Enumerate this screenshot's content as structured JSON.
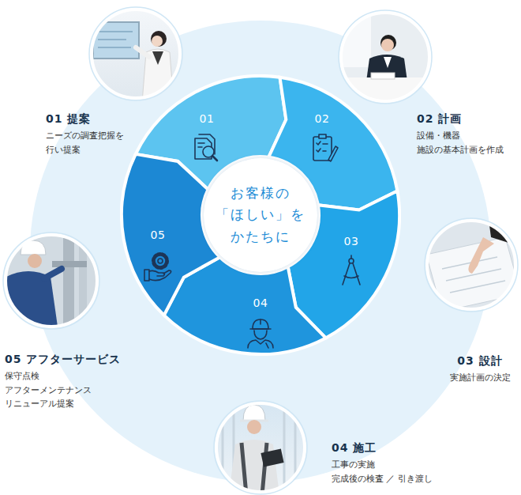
{
  "diagram": {
    "nodes": [
      {
        "text": [
          "お客様の 「ほしい」を かたちに"
        ]
      },
      {
        "text": [
          "01"
        ]
      },
      {
        "text": [
          "02"
        ]
      },
      {
        "text": [
          "03"
        ]
      },
      {
        "text": [
          "04"
        ]
      },
      {
        "text": [
          "05"
        ]
      }
    ],
    "labels": [
      "01 提案",
      "ニーズの調査把握を 行い提案",
      "02 計画",
      "設備・機器 施設の基本計画を作成",
      "03 設計",
      "実施計画の決定",
      "04 施工",
      "工事の実施 完成後の検査 ／ 引き渡し",
      "05 アフターサービス",
      "保守点検 アフターメンテナンス リニューアル提案"
    ]
  }
}
